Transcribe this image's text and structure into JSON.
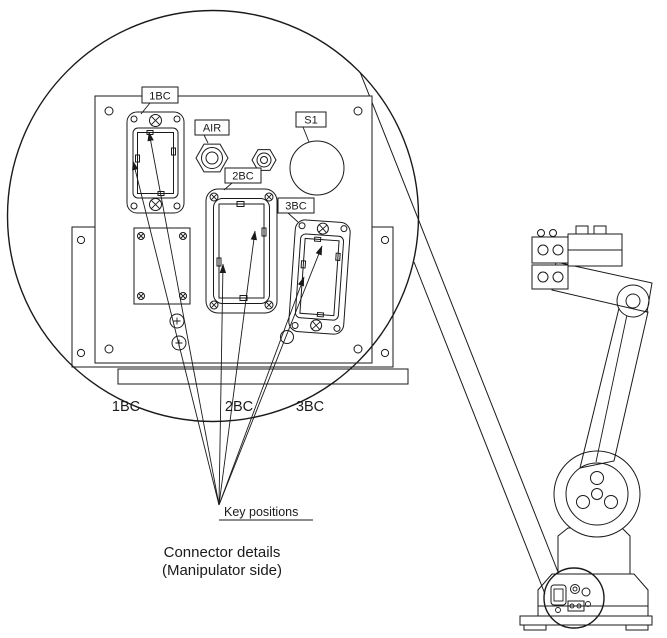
{
  "figure": {
    "labels": {
      "bc1_tag": "1BC",
      "air_tag": "AIR",
      "bc2_tag": "2BC",
      "s1_tag": "S1",
      "bc3_tag": "3BC"
    },
    "bottom_labels": {
      "bc1": "1BC",
      "bc2": "2BC",
      "bc3": "3BC"
    },
    "key_positions_label": "Key positions",
    "caption": {
      "line1": "Connector details",
      "line2": "(Manipulator side)"
    },
    "colors": {
      "line": "#1a1a1a",
      "background": "#ffffff"
    }
  }
}
